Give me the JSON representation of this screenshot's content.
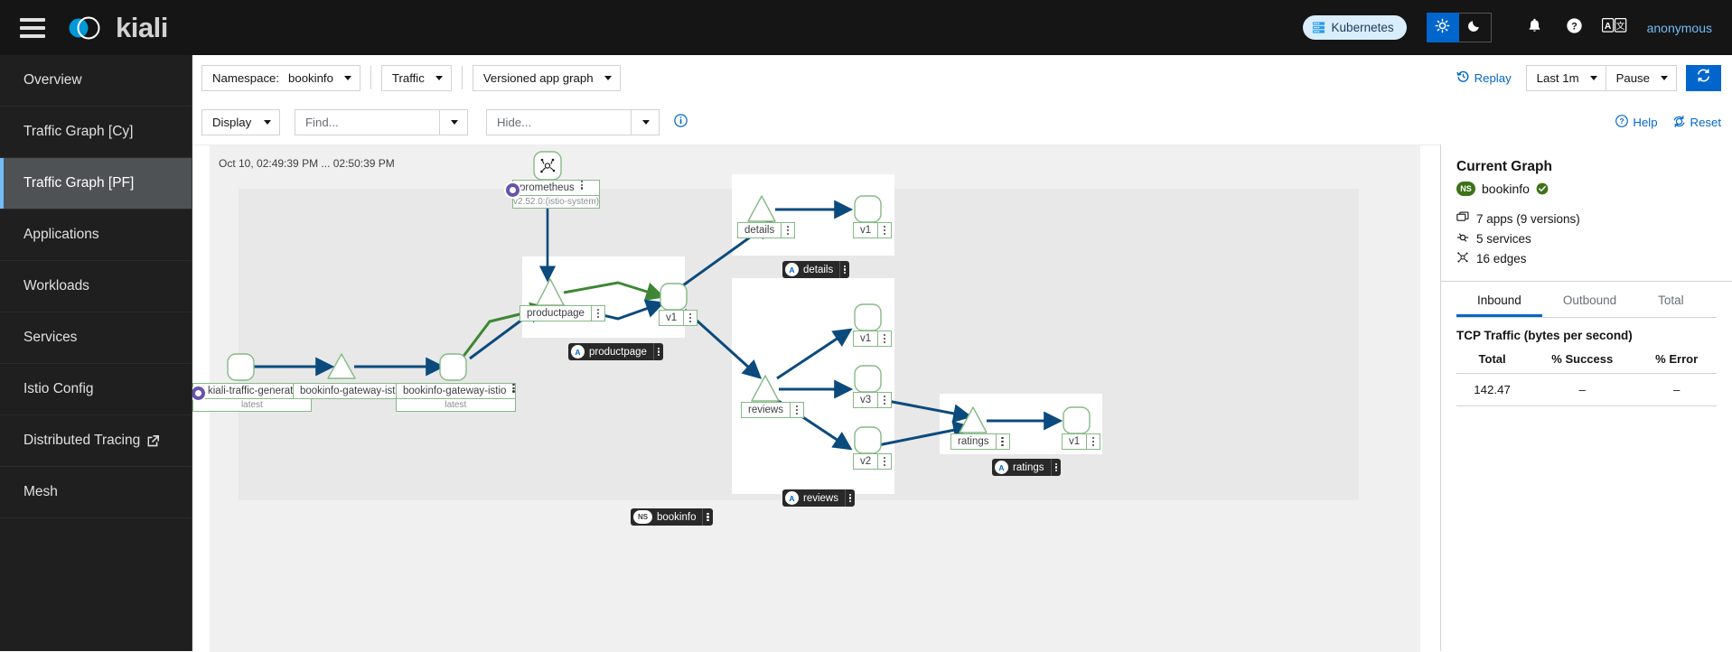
{
  "masthead": {
    "menu_icon": "hamburger-icon",
    "brand": "kiali",
    "cluster_chip": {
      "label": "Kubernetes",
      "icon": "kubernetes-icon"
    },
    "theme": {
      "light_icon": "sun-icon",
      "dark_icon": "moon-icon",
      "active": "light"
    },
    "icons": [
      "bell-icon",
      "help-icon",
      "language-icon"
    ],
    "user": "anonymous"
  },
  "sidebar": {
    "items": [
      {
        "label": "Overview",
        "active": false,
        "external": false
      },
      {
        "label": "Traffic Graph [Cy]",
        "active": false,
        "external": false
      },
      {
        "label": "Traffic Graph [PF]",
        "active": true,
        "external": false
      },
      {
        "label": "Applications",
        "active": false,
        "external": false
      },
      {
        "label": "Workloads",
        "active": false,
        "external": false
      },
      {
        "label": "Services",
        "active": false,
        "external": false
      },
      {
        "label": "Istio Config",
        "active": false,
        "external": false
      },
      {
        "label": "Distributed Tracing",
        "active": false,
        "external": true
      },
      {
        "label": "Mesh",
        "active": false,
        "external": false
      }
    ]
  },
  "toolbar": {
    "namespace_prefix": "Namespace:",
    "namespace_value": "bookinfo",
    "traffic_label": "Traffic",
    "graph_type": "Versioned app graph",
    "replay_label": "Replay",
    "duration": "Last 1m",
    "refresh_mode": "Pause",
    "refresh_icon": "sync-icon",
    "display_label": "Display",
    "find_placeholder": "Find...",
    "hide_placeholder": "Hide...",
    "find_value": "",
    "hide_value": "",
    "info_icon": "info-circle-icon",
    "help_label": "Help",
    "reset_label": "Reset"
  },
  "graph": {
    "timestamp": "Oct 10, 02:49:39 PM ... 02:50:39 PM",
    "namespace_chip": {
      "badge": "NS",
      "label": "bookinfo"
    },
    "nodes": [
      {
        "id": "prometheus",
        "label": "prometheus",
        "sub": "v2.52.0:(istio-system)",
        "shape": "round-square",
        "badge": "istio-icon"
      },
      {
        "id": "kiali-traffic-generator",
        "label": "kiali-traffic-generator",
        "sub": "latest",
        "shape": "round-square",
        "badge": "istio-icon"
      },
      {
        "id": "bookinfo-gateway-istio-svc",
        "label": "bookinfo-gateway-istio",
        "sub": "",
        "shape": "triangle"
      },
      {
        "id": "bookinfo-gateway-istio-app",
        "label": "bookinfo-gateway-istio",
        "sub": "latest",
        "shape": "round-square"
      },
      {
        "id": "productpage-svc",
        "label": "productpage",
        "sub": "",
        "shape": "triangle"
      },
      {
        "id": "productpage-v1",
        "label": "v1",
        "sub": "",
        "shape": "round-square"
      },
      {
        "id": "details-svc",
        "label": "details",
        "sub": "",
        "shape": "triangle"
      },
      {
        "id": "details-v1",
        "label": "v1",
        "sub": "",
        "shape": "round-square"
      },
      {
        "id": "reviews-svc",
        "label": "reviews",
        "sub": "",
        "shape": "triangle"
      },
      {
        "id": "reviews-v1",
        "label": "v1",
        "sub": "",
        "shape": "round-square"
      },
      {
        "id": "reviews-v3",
        "label": "v3",
        "sub": "",
        "shape": "round-square"
      },
      {
        "id": "reviews-v2",
        "label": "v2",
        "sub": "",
        "shape": "round-square"
      },
      {
        "id": "ratings-svc",
        "label": "ratings",
        "sub": "",
        "shape": "triangle"
      },
      {
        "id": "ratings-v1",
        "label": "v1",
        "sub": "",
        "shape": "round-square"
      }
    ],
    "app_groups": [
      {
        "id": "details",
        "label": "details",
        "badge": "A"
      },
      {
        "id": "productpage",
        "label": "productpage",
        "badge": "A"
      },
      {
        "id": "reviews",
        "label": "reviews",
        "badge": "A"
      },
      {
        "id": "ratings",
        "label": "ratings",
        "badge": "A"
      }
    ]
  },
  "side_panel": {
    "title": "Current Graph",
    "namespace_badge": "NS",
    "namespace": "bookinfo",
    "health_icon": "check-circle-icon",
    "stats": [
      {
        "icon": "apps-icon",
        "text": "7 apps (9 versions)"
      },
      {
        "icon": "services-icon",
        "text": "5 services"
      },
      {
        "icon": "edges-icon",
        "text": "16 edges"
      }
    ],
    "tabs": [
      {
        "label": "Inbound",
        "active": true
      },
      {
        "label": "Outbound",
        "active": false
      },
      {
        "label": "Total",
        "active": false
      }
    ],
    "table_title": "TCP Traffic (bytes per second)",
    "columns": [
      "Total",
      "% Success",
      "% Error"
    ],
    "rows": [
      [
        "142.47",
        "–",
        "–"
      ]
    ]
  },
  "colors": {
    "accent": "#0066cc",
    "masthead_bg": "#151515",
    "sidebar_bg": "#1f1f1f",
    "node_border": "#86b986",
    "edge_blue": "#0b4a7d",
    "edge_green": "#3e8635",
    "badge_purple": "#6753ac",
    "health_green": "#3d7317"
  }
}
